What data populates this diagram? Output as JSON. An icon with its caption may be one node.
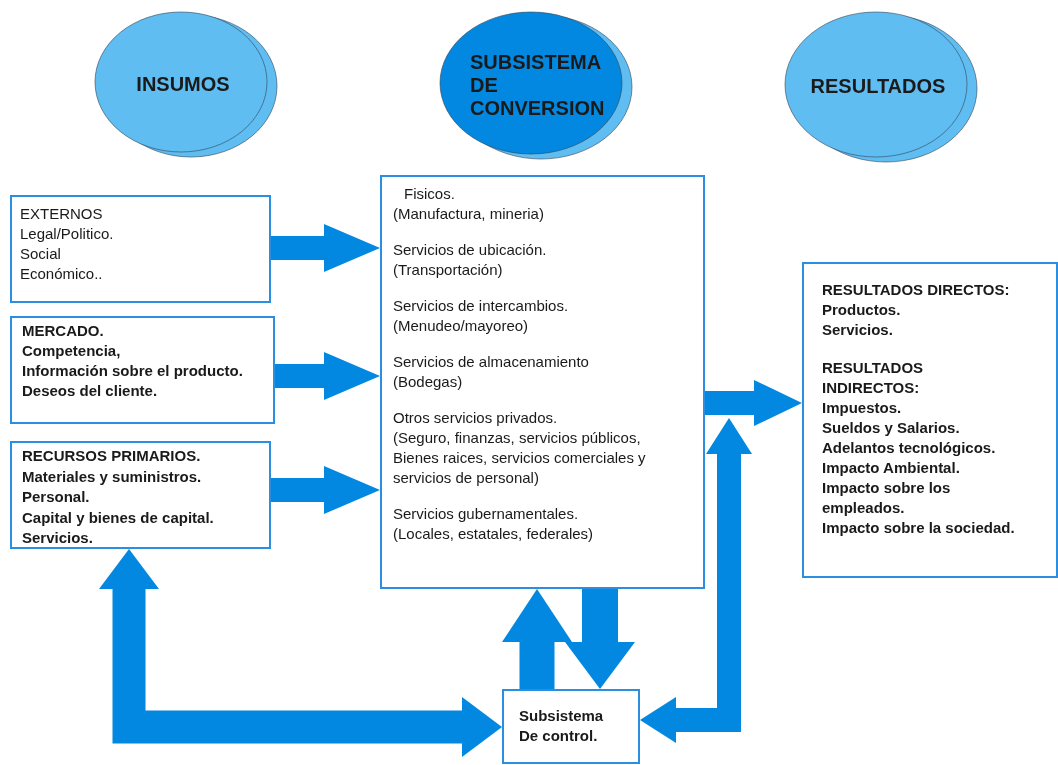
{
  "diagram": {
    "nodes": [
      {
        "text": [
          "INSUMOS"
        ]
      },
      {
        "text": [
          "SUBSISTEMA DE CONVERSION"
        ]
      },
      {
        "text": [
          "RESULTADOS"
        ]
      },
      {
        "text": [
          "EXTERNOS",
          "Legal/Politico.",
          "Social",
          "Económico.."
        ]
      },
      {
        "text": [
          "MERCADO.",
          "Competencia,",
          "Información sobre el producto.",
          "Deseos del cliente."
        ]
      },
      {
        "text": [
          "RECURSOS PRIMARIOS.",
          "Materiales y suministros.",
          "Personal.",
          "Capital y bienes de capital.",
          "Servicios."
        ]
      },
      {
        "text": [
          "Fisicos.",
          "(Manufactura, mineria)",
          "Servicios de ubicación.",
          "(Transportación)",
          "Servicios de intercambios.",
          "(Menudeo/mayoreo)",
          "Servicios de almacenamiento",
          "(Bodegas)",
          "Otros servicios privados.",
          "(Seguro, finanzas, servicios públicos, Bienes raices, servicios comerciales y servicios de personal)",
          "Servicios gubernamentales.",
          "(Locales, estatales, federales)"
        ]
      },
      {
        "text": [
          "RESULTADOS DIRECTOS:",
          "Productos.",
          "Servicios.",
          "RESULTADOS INDIRECTOS:",
          "Impuestos.",
          "Sueldos y Salarios.",
          "Adelantos tecnológicos.",
          "Impacto Ambiental.",
          "Impacto sobre los empleados.",
          "Impacto sobre la sociedad."
        ]
      },
      {
        "text": [
          "Subsistema De control."
        ]
      }
    ],
    "edges": [
      {
        "from": 3,
        "to": 6,
        "arrow": "to"
      },
      {
        "from": 4,
        "to": 6,
        "arrow": "to"
      },
      {
        "from": 5,
        "to": 6,
        "arrow": "to"
      },
      {
        "from": 6,
        "to": 7,
        "arrow": "to"
      },
      {
        "from": 8,
        "to": 6,
        "arrow": "to"
      },
      {
        "from": 6,
        "to": 8,
        "arrow": "to"
      },
      {
        "from": 5,
        "to": 8,
        "arrow": "both"
      },
      {
        "from": 8,
        "to": 7,
        "arrow": "both"
      }
    ]
  }
}
